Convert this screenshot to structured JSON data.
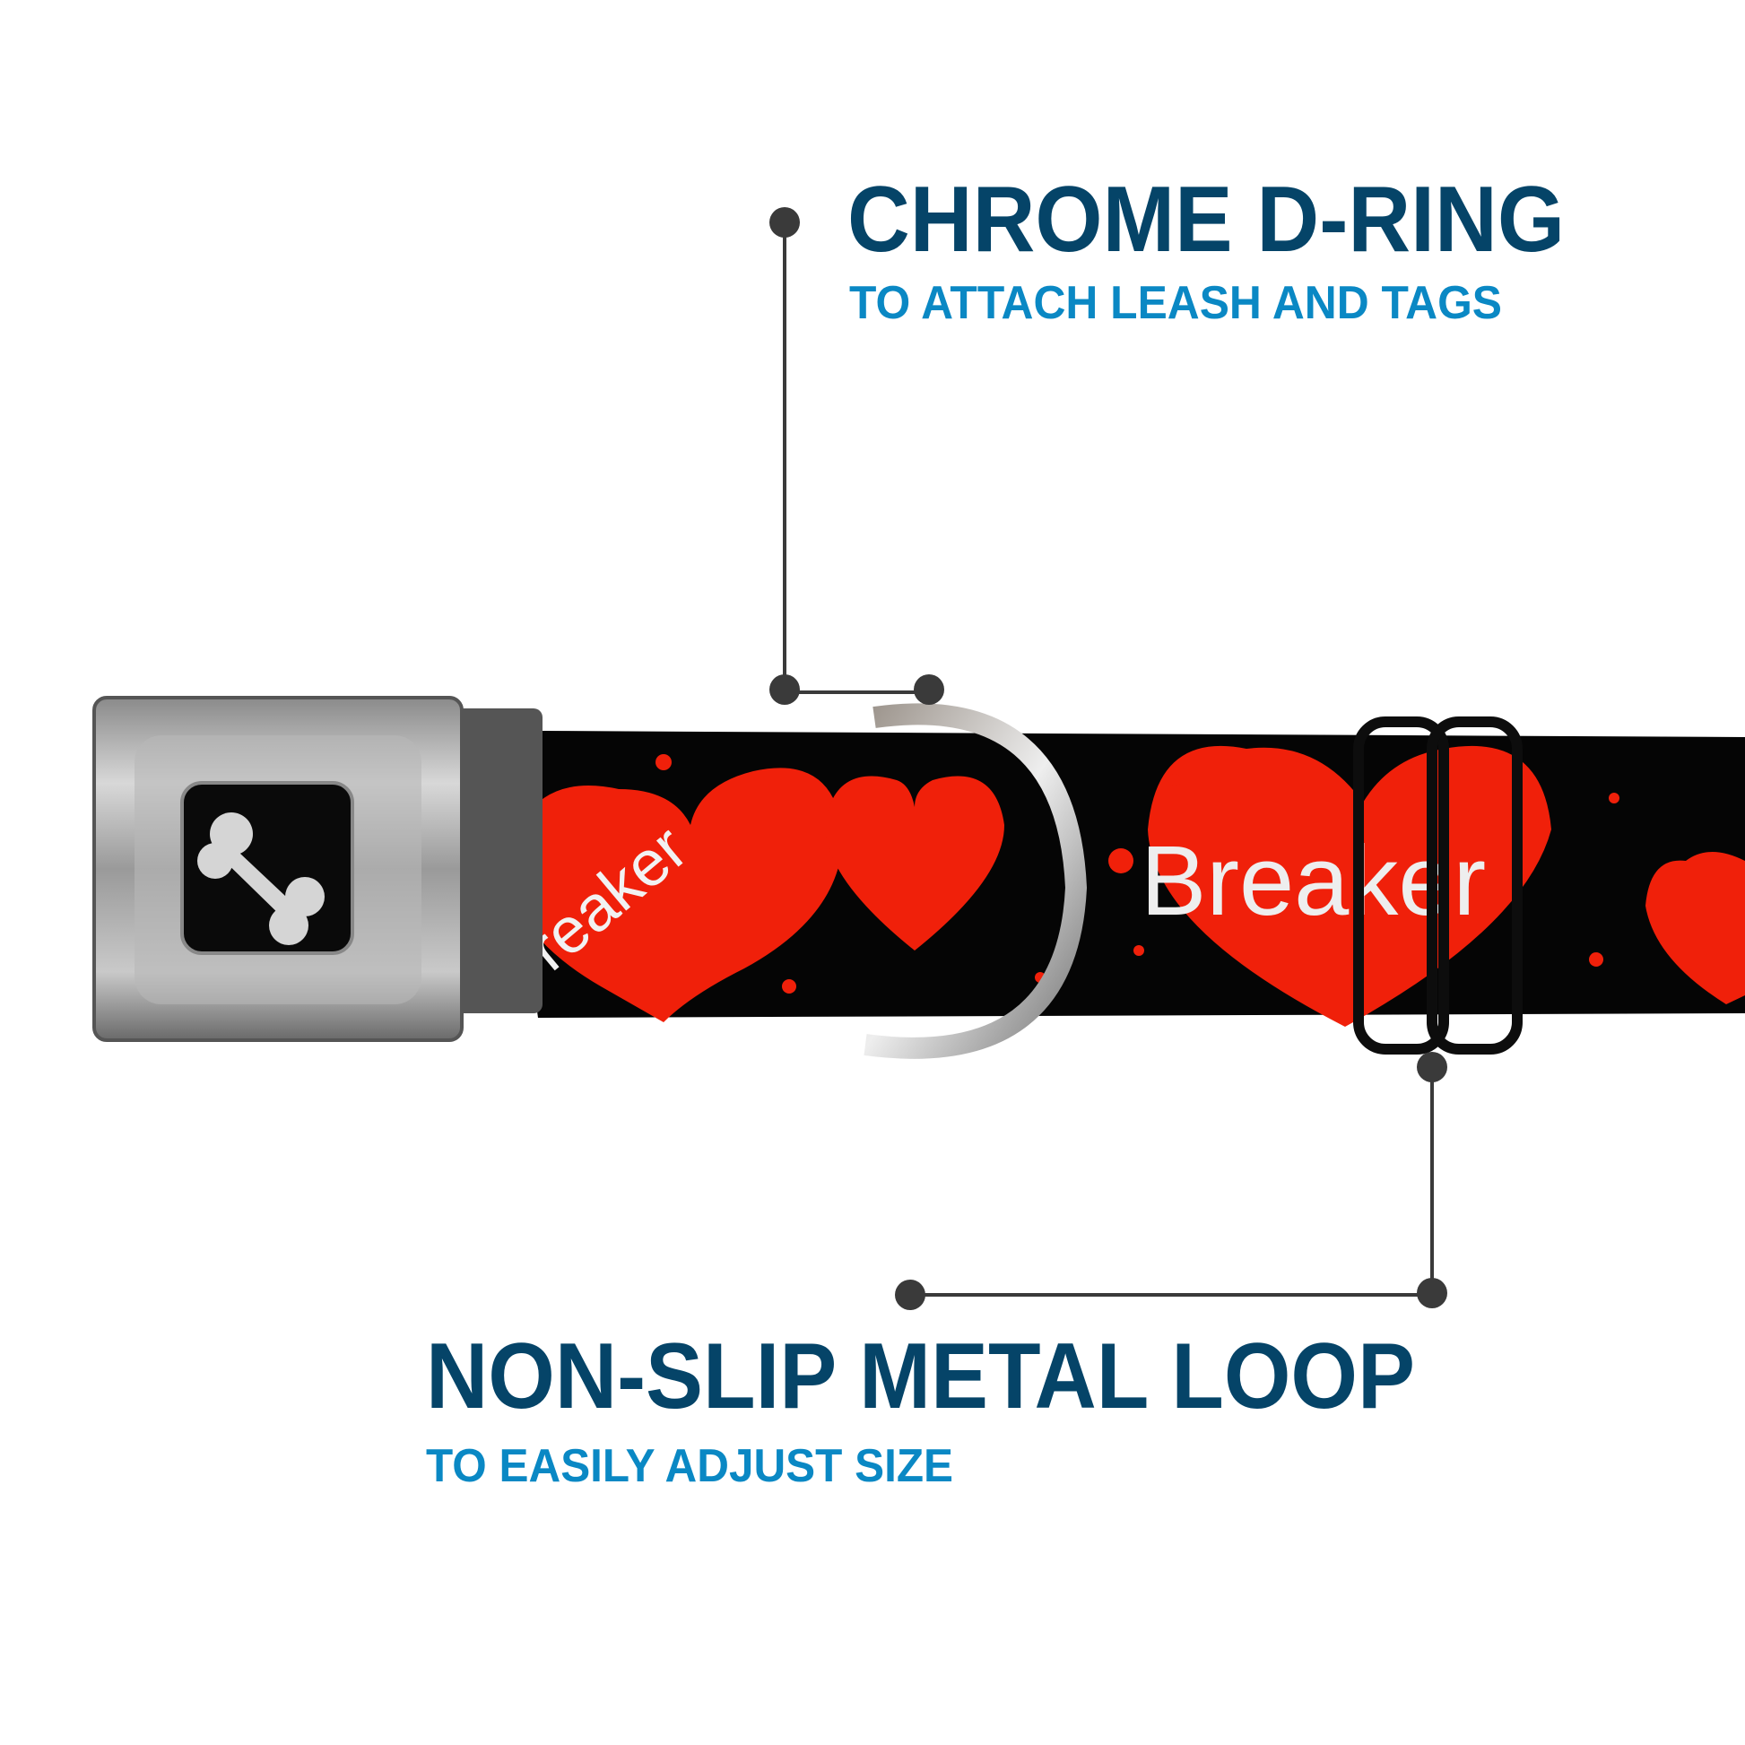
{
  "callouts": {
    "d_ring": {
      "title": "CHROME D-RING",
      "subtitle": "TO ATTACH LEASH AND TAGS"
    },
    "metal_loop": {
      "title": "NON-SLIP METAL LOOP",
      "subtitle": "TO EASILY ADJUST SIZE"
    }
  },
  "strap_print": {
    "text_left": "reaker",
    "text_right": "Breaker"
  },
  "colors": {
    "title": "#054468",
    "subtitle": "#0a88c4",
    "leader_line": "#3a3a3a",
    "strap": "#050505",
    "hearts": "#f0200a"
  },
  "icons": {
    "buckle_logo": "bone-icon"
  }
}
